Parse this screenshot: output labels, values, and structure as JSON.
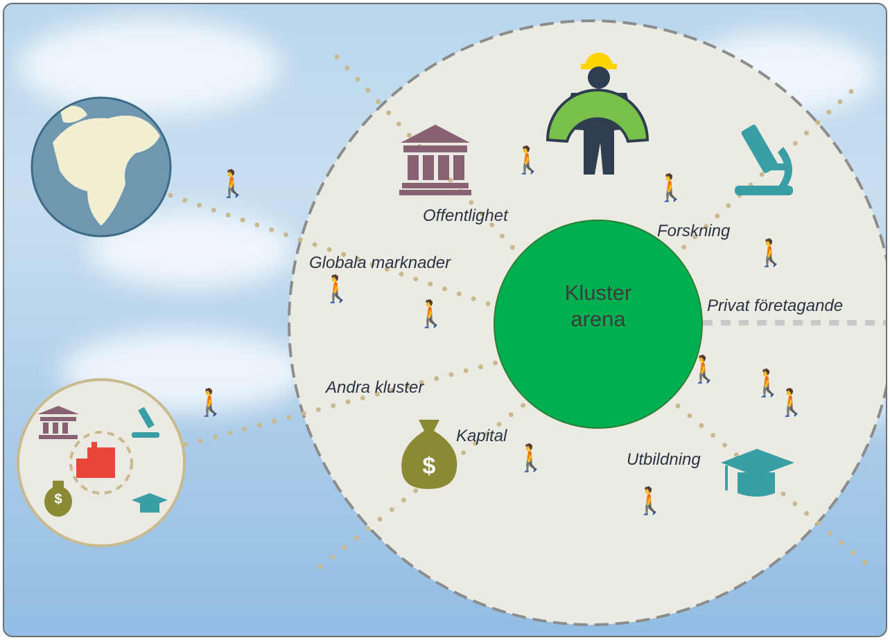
{
  "center": {
    "line1": "Kluster",
    "line2": "arena"
  },
  "labels": {
    "offentlighet": "Offentlighet",
    "forskning": "Forskning",
    "globala": "Globala marknader",
    "privat": "Privat företagande",
    "andra": "Andra kluster",
    "kapital": "Kapital",
    "utbildning": "Utbildning"
  },
  "icons": {
    "money_symbol": "$",
    "small_money_symbol": "$",
    "walker": "🚶"
  },
  "colors": {
    "center": "#00b050",
    "arena": "#ecebe3",
    "bank": "#8a6172",
    "science": "#3a9ea5",
    "money": "#8a8a35",
    "factory": "#e8473a",
    "helmet": "#ffd400",
    "arch": "#79c14a"
  }
}
